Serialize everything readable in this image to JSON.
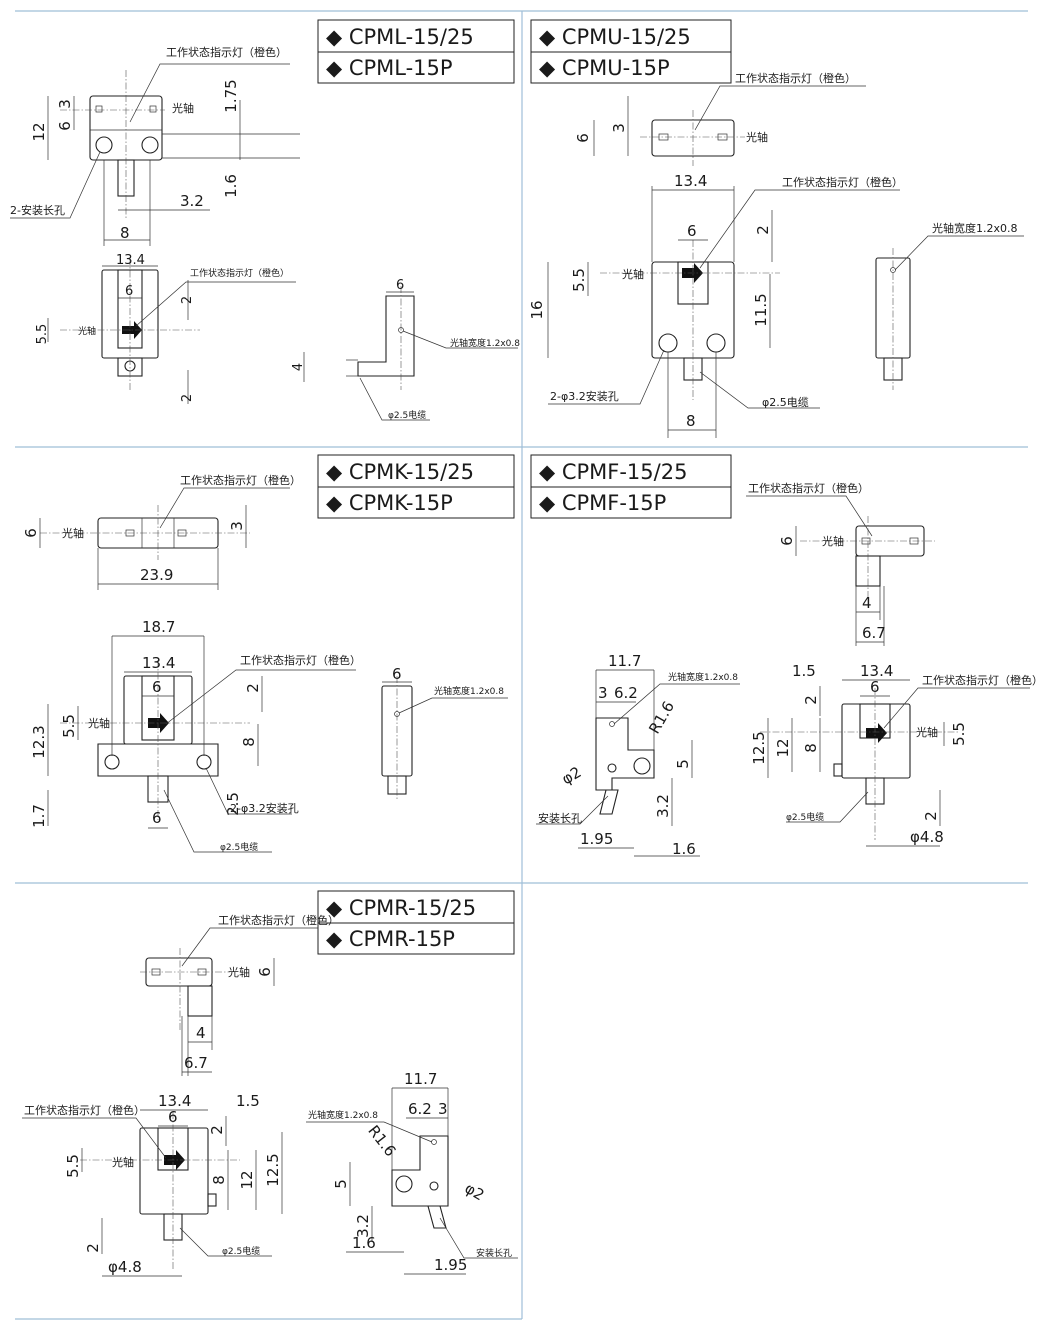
{
  "panels": {
    "cpml": {
      "title_1": "◆ CPML-15/25",
      "title_2": "◆ CPML-15P",
      "led_note_top": "工作状态指示灯（橙色）",
      "axis_top": "光轴",
      "mount_note": "2-安装长孔",
      "d12": "12",
      "d6": "6",
      "d3": "3",
      "d175": "1.75",
      "d16": "1.6",
      "d32": "3.2",
      "d8": "8",
      "led_note_mid": "工作状态指示灯（橙色）",
      "d134": "13.4",
      "d6b": "6",
      "d2a": "2",
      "d55": "5.5",
      "axis_mid": "光轴",
      "d2b": "2",
      "side_d6": "6",
      "side_d4": "4",
      "side_width": "光轴宽度1.2x0.8",
      "side_cable": "φ2.5电缆"
    },
    "cpmu": {
      "title_1": "◆ CPMU-15/25",
      "title_2": "◆ CPMU-15P",
      "led_note_top": "工作状态指示灯（橙色）",
      "d6": "6",
      "d3": "3",
      "axis_top": "光轴",
      "d134": "13.4",
      "led_note_mid": "工作状态指示灯（橙色）",
      "d6b": "6",
      "d2": "2",
      "d55": "5.5",
      "axis_mid": "光轴",
      "d16": "16",
      "d115": "11.5",
      "mount_note": "2-φ3.2安装孔",
      "cable_note": "φ2.5电缆",
      "d8": "8",
      "side_width": "光轴宽度1.2x0.8"
    },
    "cpmk": {
      "title_1": "◆ CPMK-15/25",
      "title_2": "◆ CPMK-15P",
      "led_note_top": "工作状态指示灯（橙色）",
      "d6": "6",
      "axis_top": "光轴",
      "d3": "3",
      "d239": "23.9",
      "d187": "18.7",
      "d134": "13.4",
      "led_note_mid": "工作状态指示灯（橙色）",
      "d6b": "6",
      "d2": "2",
      "d55": "5.5",
      "axis_mid": "光轴",
      "d123": "12.3",
      "d8": "8",
      "d17": "1.7",
      "d25": "2.5",
      "mount_note": "2-φ3.2安装孔",
      "d6c": "6",
      "cable_note": "φ2.5电缆",
      "side_d6": "6",
      "side_width": "光轴宽度1.2x0.8"
    },
    "cpmf": {
      "title_1": "◆ CPMF-15/25",
      "title_2": "◆ CPMF-15P",
      "led_note_top": "工作状态指示灯（橙色）",
      "d6": "6",
      "axis_top": "光轴",
      "d4": "4",
      "d67": "6.7",
      "d117": "11.7",
      "side_width": "光轴宽度1.2x0.8",
      "d3": "3",
      "d62": "6.2",
      "r16": "R1.6",
      "phi2": "φ2",
      "d5": "5",
      "d32": "3.2",
      "mount_note": "安装长孔",
      "d195": "1.95",
      "d16": "1.6",
      "d15": "1.5",
      "d134": "13.4",
      "d6b": "6",
      "led_note_mid": "工作状态指示灯（橙色）",
      "d2": "2",
      "d125": "12.5",
      "d12": "12",
      "d8": "8",
      "axis_mid": "光轴",
      "d55": "5.5",
      "cable_note": "φ2.5电缆",
      "d2b": "2",
      "d48": "φ4.8"
    },
    "cpmr": {
      "title_1": "◆ CPMR-15/25",
      "title_2": "◆ CPMR-15P",
      "led_note_top": "工作状态指示灯（橙色）",
      "axis_top": "光轴",
      "d6": "6",
      "d4": "4",
      "d67": "6.7",
      "led_note_mid": "工作状态指示灯（橙色）",
      "d134": "13.4",
      "d15": "1.5",
      "d6b": "6",
      "d2": "2",
      "d55": "5.5",
      "axis_mid": "光轴",
      "d8": "8",
      "d12": "12",
      "d125": "12.5",
      "d2b": "2",
      "cable_note": "φ2.5电缆",
      "d48": "φ4.8",
      "d117": "11.7",
      "side_width": "光轴宽度1.2x0.8",
      "d62": "6.2",
      "d3": "3",
      "r16": "R1.6",
      "d5": "5",
      "phi2": "φ2",
      "d32": "3.2",
      "d16": "1.6",
      "mount_note": "安装长孔",
      "d195": "1.95"
    }
  }
}
